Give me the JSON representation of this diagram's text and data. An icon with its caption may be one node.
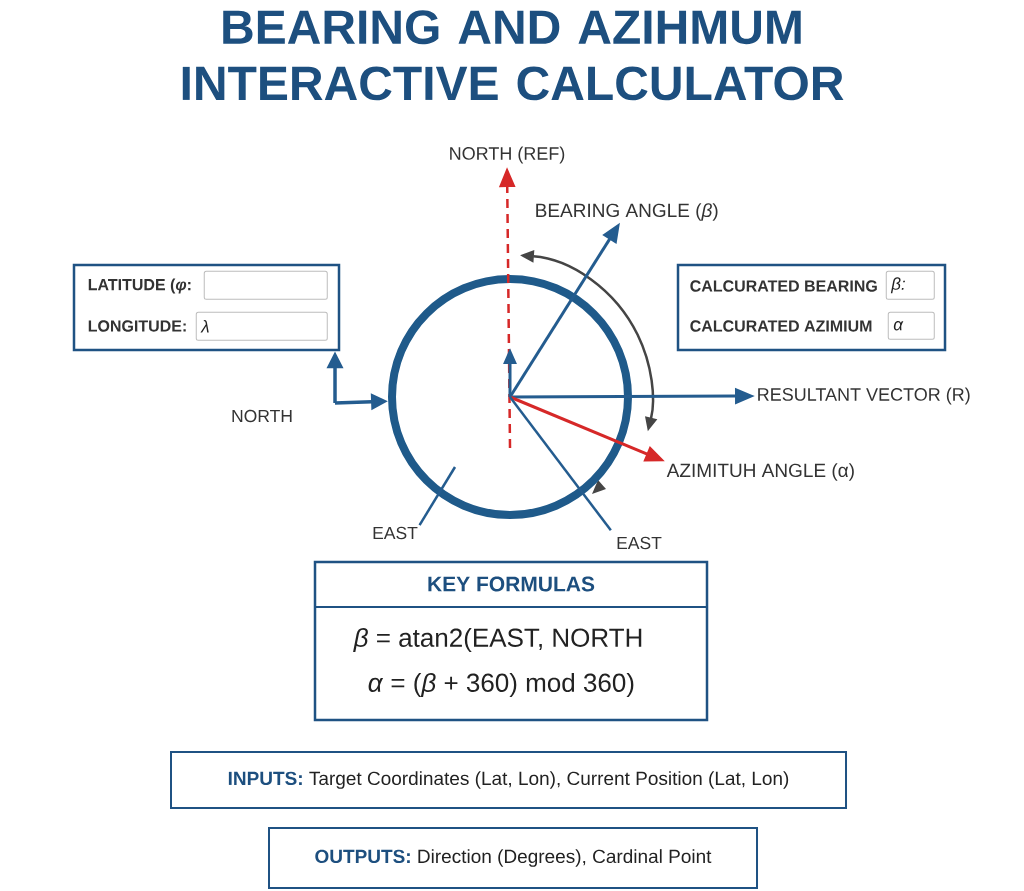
{
  "diagram": {
    "title": "BEARING AND AZIHMUM INTERACTIVE CALCULATOR",
    "nodes": [
      {
        "text": [
          "NORTH (REF)"
        ]
      },
      {
        "text": [
          "BEARING ANGLE (*β*)"
        ]
      },
      {
        "text": [
          "LATITUDE (*φ*:",
          "LONGITUDE:"
        ]
      },
      {
        "text": [],
        "shape": "box",
        "in": 2
      },
      {
        "text": [
          "λ"
        ],
        "in": 2
      },
      {
        "text": [
          "CALCURATED BEARING",
          "CALCURATED AZIMIUM"
        ]
      },
      {
        "text": [
          "β:"
        ],
        "in": 5
      },
      {
        "text": [
          "α"
        ],
        "in": 5
      },
      {
        "text": [],
        "shape": "circle"
      },
      {
        "text": [
          "RESULTANT VECTOR (R)"
        ]
      },
      {
        "text": [
          "AZIMITUH ANGLE (α)"
        ]
      },
      {
        "text": [
          "EAST"
        ]
      },
      {
        "text": [
          "EAST"
        ]
      },
      {
        "text": [
          "KEY FORMULAS",
          "*β* = atan2(EAST, NORTH",
          "*α* = (*β* + 360) mod 360)"
        ]
      },
      {
        "text": [
          "INPUTS:",
          "Target Coordinates (Lat, Lon), Current Position (Lat, Lon)"
        ]
      },
      {
        "text": [
          "OUTPUTS:",
          "Direction (Degrees), Cardinal Point"
        ]
      }
    ],
    "edges": [
      {
        "from": 8,
        "to": 0,
        "arrow": "to",
        "style": "dashed",
        "color": "#d62828"
      },
      {
        "from": 8,
        "to": 1,
        "arrow": "to"
      },
      {
        "from": 8,
        "to": 9,
        "arrow": "to"
      },
      {
        "from": 8,
        "to": 10,
        "arrow": "to",
        "color": "#d62828"
      },
      {
        "from": 8,
        "to": 12,
        "arrow": "none"
      },
      {
        "from": 11,
        "to": 8,
        "arrow": "none"
      },
      {
        "from": null,
        "to": 2,
        "arrow": "to"
      },
      {
        "from": null,
        "to": 8,
        "arrow": "to"
      },
      {
        "from": 8,
        "to": null,
        "arrow": "to"
      }
    ],
    "labels": [
      "NORTH"
    ]
  }
}
